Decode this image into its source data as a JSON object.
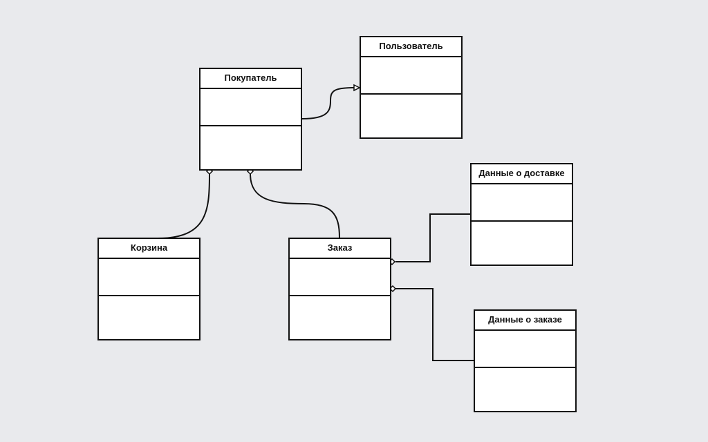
{
  "diagram": {
    "classes": {
      "polzovatel": {
        "name": "Пользователь"
      },
      "pokupatel": {
        "name": "Покупатель"
      },
      "dannye_o_dostavke": {
        "name": "Данные о доставке"
      },
      "korzina": {
        "name": "Корзина"
      },
      "zakaz": {
        "name": "Заказ"
      },
      "dannye_o_zakaze": {
        "name": "Данные о заказе"
      }
    },
    "relations": [
      {
        "from": "Покупатель",
        "to": "Пользователь",
        "kind": "generalization"
      },
      {
        "from": "Покупатель",
        "to": "Корзина",
        "kind": "aggregation"
      },
      {
        "from": "Покупатель",
        "to": "Заказ",
        "kind": "aggregation"
      },
      {
        "from": "Заказ",
        "to": "Данные о доставке",
        "kind": "aggregation"
      },
      {
        "from": "Заказ",
        "to": "Данные о заказе",
        "kind": "aggregation"
      }
    ],
    "colors": {
      "background": "#e9eaed",
      "box_fill": "#ffffff",
      "line": "#111111"
    }
  }
}
